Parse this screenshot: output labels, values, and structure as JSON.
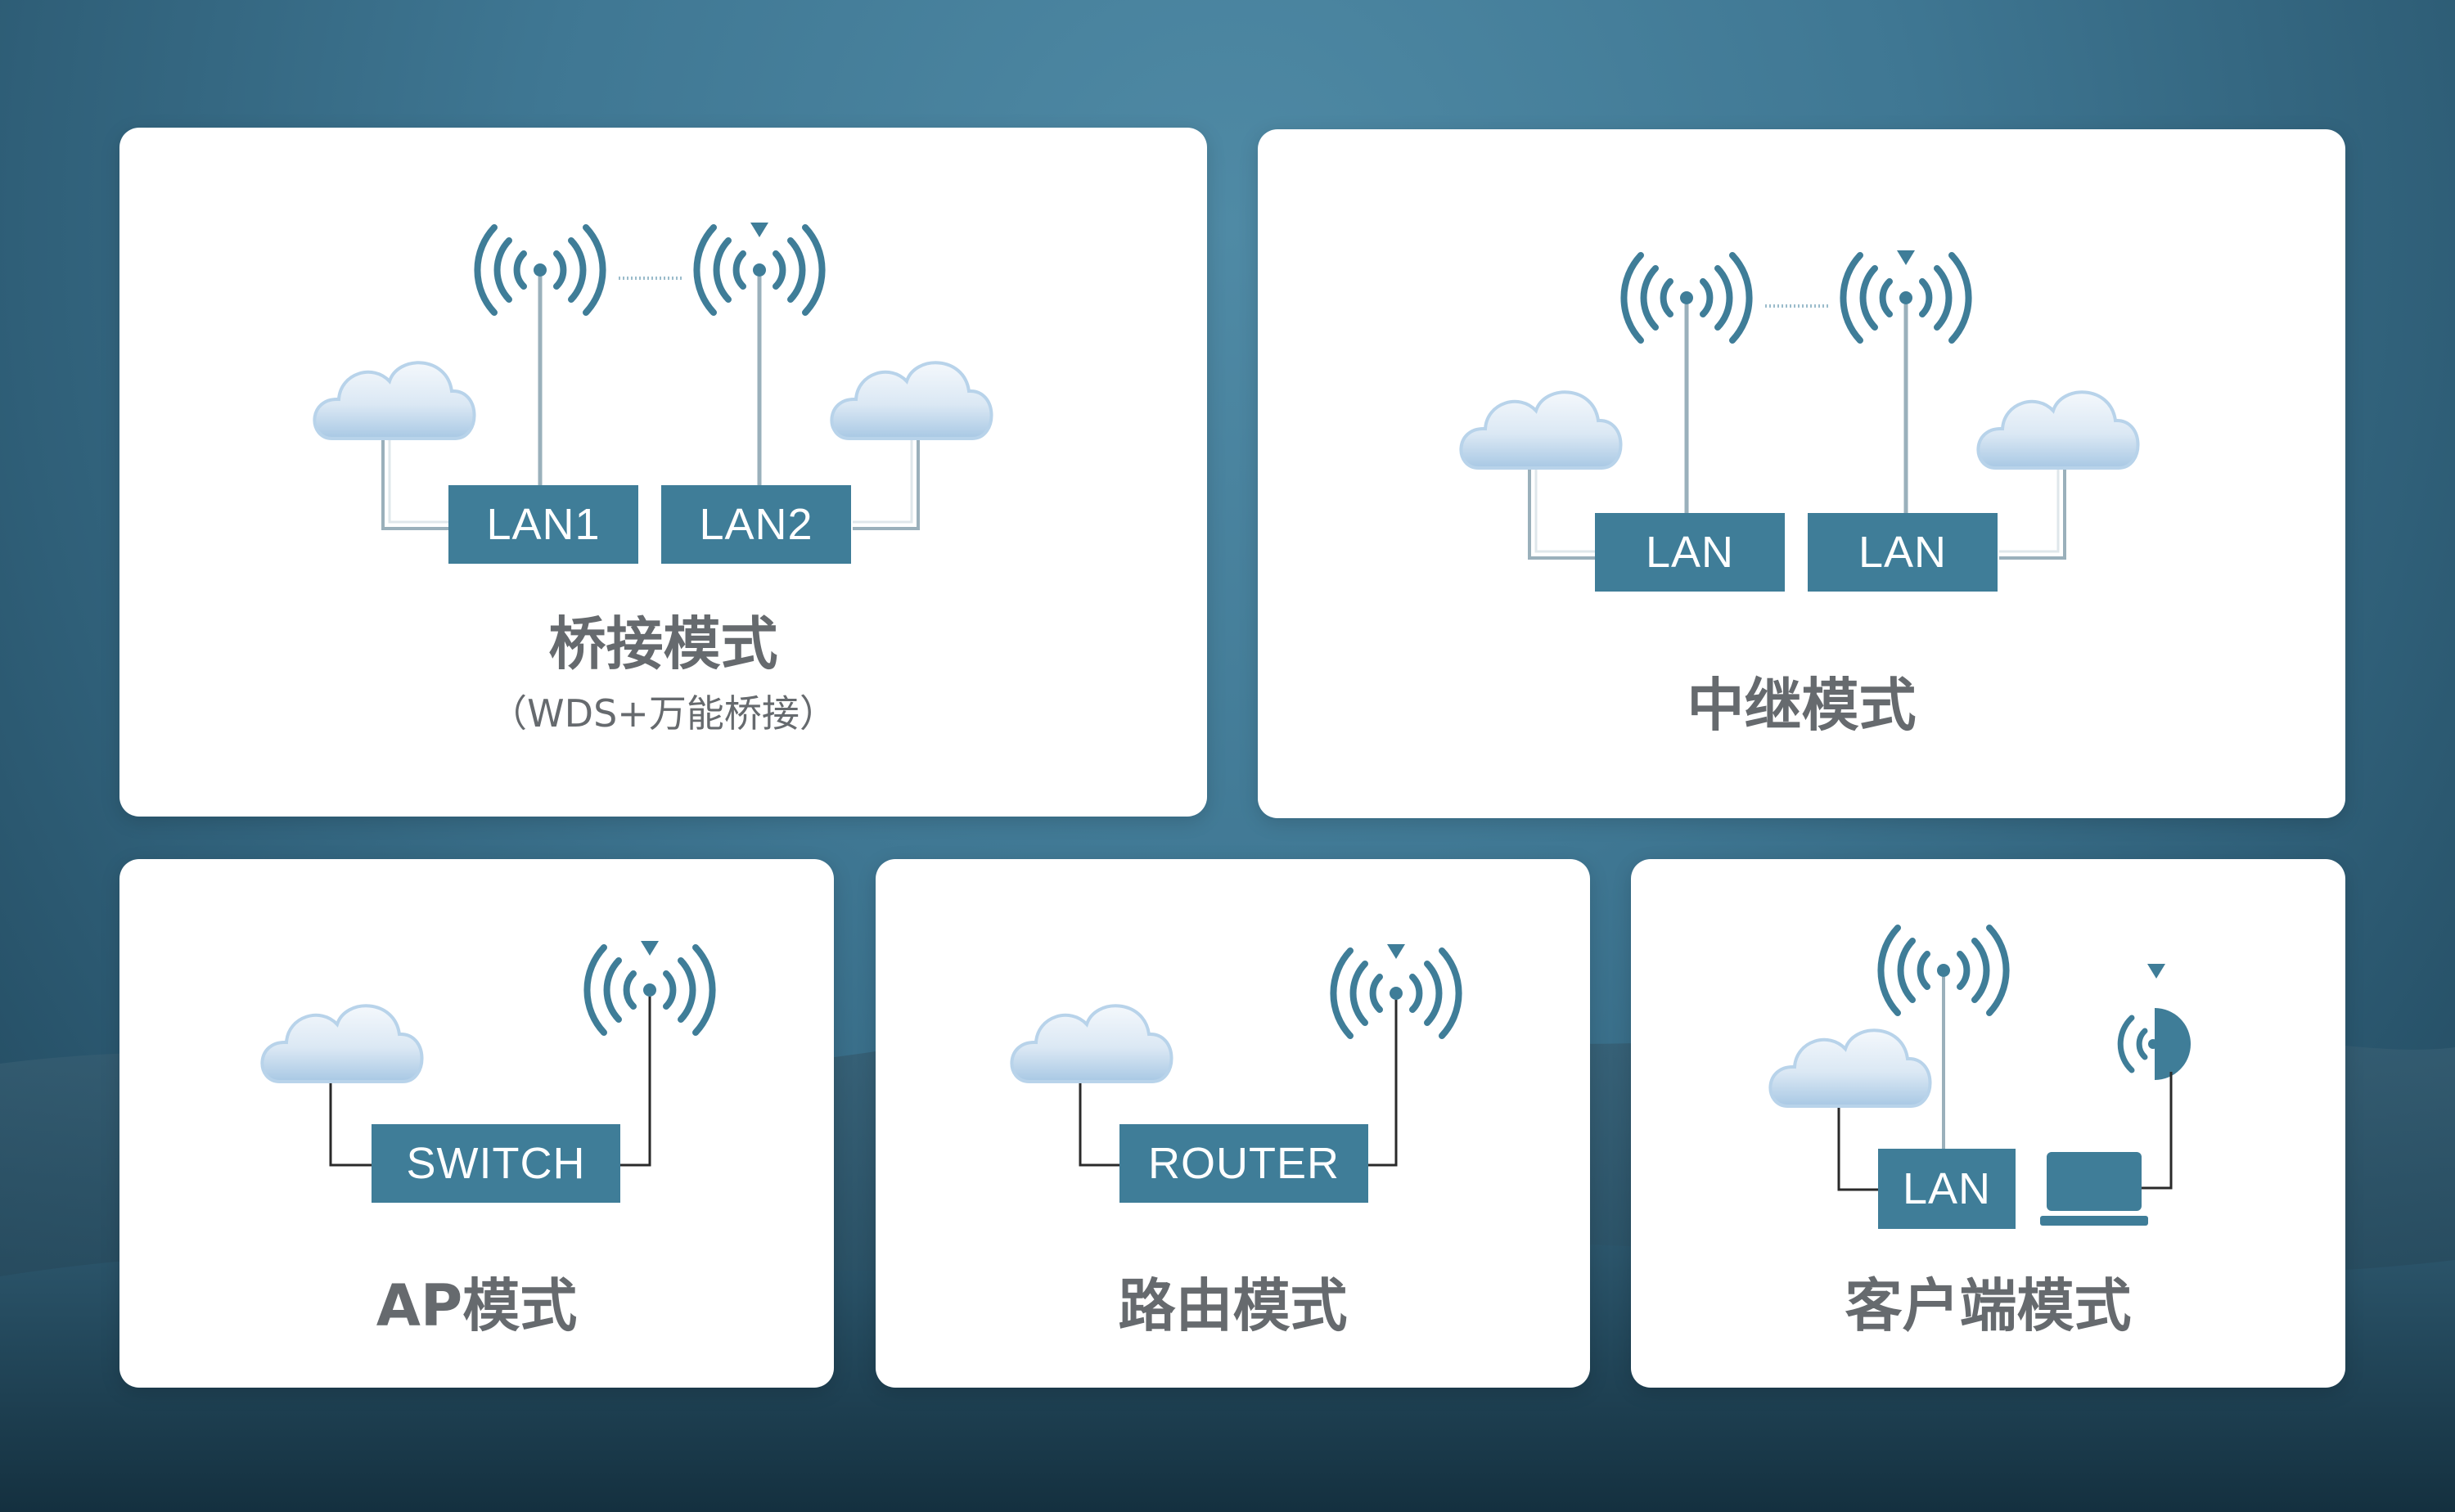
{
  "colors": {
    "accent": "#3f7d98",
    "title": "#666a6e",
    "background": "#3f7793"
  },
  "cards": {
    "bridge": {
      "box1": "LAN1",
      "box2": "LAN2",
      "title": "桥接模式",
      "subtitle": "（WDS+万能桥接）"
    },
    "repeater": {
      "box1": "LAN",
      "box2": "LAN",
      "title": "中继模式"
    },
    "ap": {
      "box": "SWITCH",
      "title": "AP模式"
    },
    "router": {
      "box": "ROUTER",
      "title": "路由模式"
    },
    "client": {
      "box": "LAN",
      "title": "客户端模式"
    }
  },
  "icons": [
    "cloud-icon",
    "wifi-antenna-icon",
    "laptop-icon",
    "signal-arrow-icon"
  ]
}
